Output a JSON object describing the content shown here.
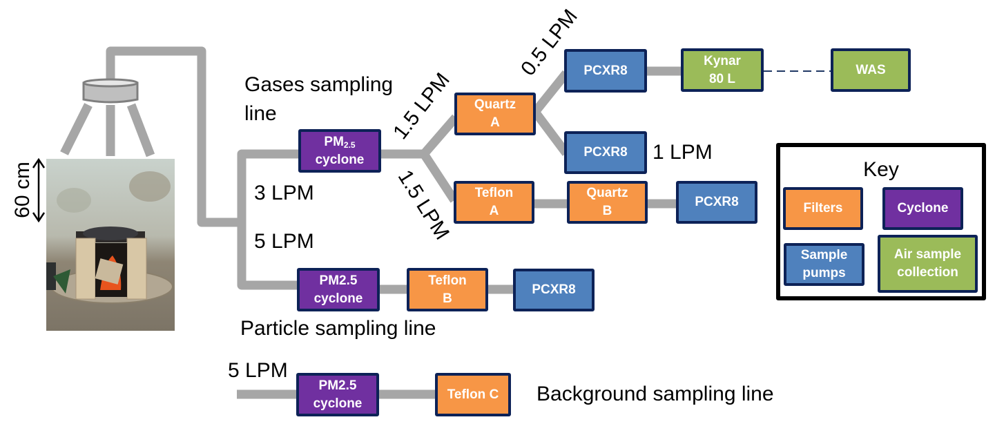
{
  "colors": {
    "filter": "#f79646",
    "cyclone": "#7030a0",
    "pump": "#4f81bd",
    "collection": "#9bbb59",
    "pipe": "#a6a6a6",
    "box_border": "#0d2257",
    "dashed_link": "#1f3864"
  },
  "stove_photo": {
    "description": "cookstove-photo",
    "height_label": "60 cm"
  },
  "hood": {
    "icon": "sampling-hood-icon"
  },
  "gases_line": {
    "title": "Gases sampling line",
    "flow": "3 LPM",
    "cyclone": {
      "label_main": "PM",
      "label_sub": "2.5",
      "label_line2": "cyclone"
    },
    "branch_upper_flow": "1.5 LPM",
    "branch_lower_flow": "1.5 LPM",
    "quartz_a": {
      "line1": "Quartz",
      "line2": "A"
    },
    "quartz_a_upper_flow": "0.5 LPM",
    "quartz_a_lower_flow": "1 LPM",
    "pump_upper": "PCXR8",
    "pump_lower": "PCXR8",
    "kynar": {
      "line1": "Kynar",
      "line2": "80 L"
    },
    "was": "WAS",
    "teflon_a": {
      "line1": "Teflon",
      "line2": "A"
    },
    "quartz_b": {
      "line1": "Quartz",
      "line2": "B"
    },
    "pump_teflon": "PCXR8"
  },
  "particle_line": {
    "title": "Particle sampling line",
    "flow": "5 LPM",
    "cyclone": {
      "line1": "PM2.5",
      "line2": "cyclone"
    },
    "teflon_b": {
      "line1": "Teflon",
      "line2": "B"
    },
    "pump": "PCXR8"
  },
  "background_line": {
    "title": "Background sampling line",
    "flow": "5 LPM",
    "cyclone": {
      "line1": "PM2.5",
      "line2": "cyclone"
    },
    "teflon_c": "Teflon C"
  },
  "key": {
    "title": "Key",
    "items": [
      {
        "label_line1": "Filters",
        "label_line2": "",
        "type": "filter"
      },
      {
        "label_line1": "Cyclone",
        "label_line2": "",
        "type": "cyclone"
      },
      {
        "label_line1": "Sample",
        "label_line2": "pumps",
        "type": "pump"
      },
      {
        "label_line1": "Air sample",
        "label_line2": "collection",
        "type": "collection"
      }
    ]
  }
}
